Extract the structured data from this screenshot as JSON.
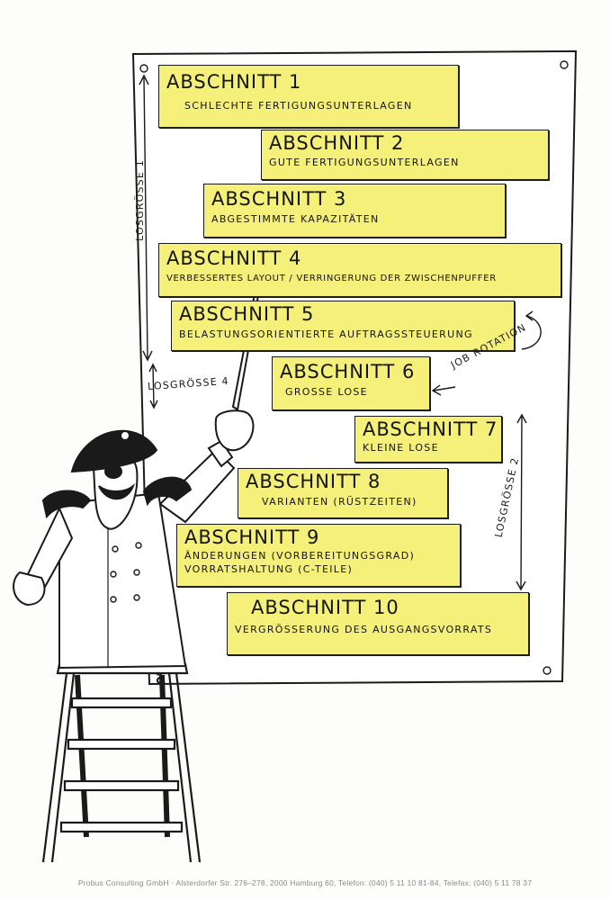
{
  "sections": [
    {
      "title": "ABSCHNITT 1",
      "lines": [
        "SCHLECHTE FERTIGUNGSUNTERLAGEN"
      ]
    },
    {
      "title": "ABSCHNITT 2",
      "lines": [
        "GUTE FERTIGUNGSUNTERLAGEN"
      ]
    },
    {
      "title": "ABSCHNITT 3",
      "lines": [
        "ABGESTIMMTE KAPAZITÄTEN"
      ]
    },
    {
      "title": "ABSCHNITT 4",
      "lines": [
        "VERBESSERTES LAYOUT / VERRINGERUNG DER ZWISCHENPUFFER"
      ]
    },
    {
      "title": "ABSCHNITT 5",
      "lines": [
        "BELASTUNGSORIENTIERTE AUFTRAGSSTEUERUNG"
      ]
    },
    {
      "title": "ABSCHNITT 6",
      "lines": [
        "GROSSE LOSE"
      ]
    },
    {
      "title": "ABSCHNITT 7",
      "lines": [
        "KLEINE LOSE"
      ]
    },
    {
      "title": "ABSCHNITT 8",
      "lines": [
        "VARIANTEN (RÜSTZEITEN)"
      ]
    },
    {
      "title": "ABSCHNITT 9",
      "lines": [
        "ÄNDERUNGEN (VORBEREITUNGSGRAD)",
        "VORRATSHALTUNG (C-TEILE)"
      ]
    },
    {
      "title": "ABSCHNITT 10",
      "lines": [
        "VERGRÖSSERUNG DES AUSGANGSVORRATS"
      ]
    }
  ],
  "annotations": {
    "losgroesse_1": "LOSGRÖSSE 1",
    "losgroesse_4": "LOSGRÖSSE 4",
    "losgroesse_2": "LOSGRÖSSE 2",
    "job_rotation": "JOB ROTATION"
  },
  "footer": "Probus Consulting GmbH · Alsterdorfer Str. 276–278, 2000 Hamburg 60, Telefon: (040) 5 11 10 81-84, Telefax: (040) 5 11 78 37",
  "colors": {
    "card": "#f5f07a",
    "ink": "#1a1a1a",
    "paper": "#fdfdfb"
  }
}
